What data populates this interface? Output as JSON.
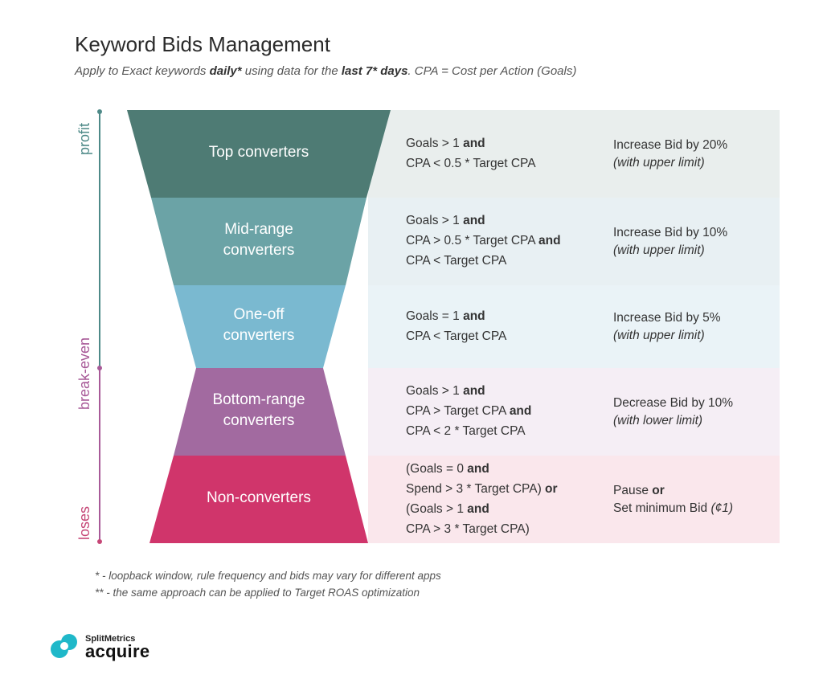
{
  "header": {
    "title": "Keyword Bids Management",
    "subtitle_parts": [
      "Apply to Exact keywords ",
      "daily*",
      " using data for the ",
      "last 7* days",
      ". CPA = Cost per Action (Goals)"
    ]
  },
  "axis": {
    "labels": [
      "profit",
      "break-even",
      "loses"
    ],
    "colors": {
      "profit": "#4e8a88",
      "break_even": "#a85a98",
      "loses": "#c64777"
    }
  },
  "tiers": [
    {
      "name": "Top converters",
      "name_lines": [
        "Top converters"
      ],
      "color": "#4e7b74",
      "row_bg": "#e9eeed",
      "conditions": [
        [
          {
            "t": "Goals > 1 "
          },
          {
            "t": "and",
            "b": true
          }
        ],
        [
          {
            "t": "CPA < 0.5 * Target CPA"
          }
        ]
      ],
      "action": {
        "main": [
          {
            "t": "Increase Bid by 20%"
          }
        ],
        "sub": "(with upper limit)"
      }
    },
    {
      "name": "Mid-range converters",
      "name_lines": [
        "Mid-range",
        "converters"
      ],
      "color": "#6ba3a6",
      "row_bg": "#e8f0f3",
      "conditions": [
        [
          {
            "t": "Goals > 1 "
          },
          {
            "t": "and",
            "b": true
          }
        ],
        [
          {
            "t": "CPA > 0.5 * Target CPA "
          },
          {
            "t": "and",
            "b": true
          }
        ],
        [
          {
            "t": "CPA < Target CPA"
          }
        ]
      ],
      "action": {
        "main": [
          {
            "t": "Increase Bid by 10%"
          }
        ],
        "sub": "(with upper limit)"
      }
    },
    {
      "name": "One-off converters",
      "name_lines": [
        "One-off",
        "converters"
      ],
      "color": "#7ab9d0",
      "row_bg": "#eaf3f7",
      "conditions": [
        [
          {
            "t": "Goals = 1 "
          },
          {
            "t": "and",
            "b": true
          }
        ],
        [
          {
            "t": "CPA < Target CPA"
          }
        ]
      ],
      "action": {
        "main": [
          {
            "t": "Increase Bid by 5%"
          }
        ],
        "sub": "(with upper limit)"
      }
    },
    {
      "name": "Bottom-range converters",
      "name_lines": [
        "Bottom-range",
        "converters"
      ],
      "color": "#a26aa0",
      "row_bg": "#f5eef5",
      "conditions": [
        [
          {
            "t": "Goals > 1 "
          },
          {
            "t": "and",
            "b": true
          }
        ],
        [
          {
            "t": "CPA > Target CPA "
          },
          {
            "t": "and",
            "b": true
          }
        ],
        [
          {
            "t": "CPA < 2 * Target CPA"
          }
        ]
      ],
      "action": {
        "main": [
          {
            "t": "Decrease Bid by 10%"
          }
        ],
        "sub": "(with lower limit)"
      }
    },
    {
      "name": "Non-converters",
      "name_lines": [
        "Non-converters"
      ],
      "color": "#d0356b",
      "row_bg": "#fae7ec",
      "conditions": [
        [
          {
            "t": "(Goals = 0 "
          },
          {
            "t": "and",
            "b": true
          }
        ],
        [
          {
            "t": "Spend > 3 * Target CPA) "
          },
          {
            "t": "or",
            "b": true
          }
        ],
        [
          {
            "t": "(Goals > 1 "
          },
          {
            "t": "and",
            "b": true
          }
        ],
        [
          {
            "t": "CPA > 3 * Target CPA)"
          }
        ]
      ],
      "action": {
        "main": [
          {
            "t": "Pause "
          },
          {
            "t": "or",
            "b": true
          }
        ],
        "main2": [
          {
            "t": "Set minimum Bid "
          },
          {
            "t": "(¢1)",
            "i": true
          }
        ]
      }
    }
  ],
  "footnotes": [
    "*  - loopback window, rule frequency and bids may vary for different apps",
    "**  - the same approach can be applied to Target ROAS optimization"
  ],
  "logo": {
    "small": "SplitMetrics",
    "big": "acquire",
    "color": "#1fb8c9"
  }
}
